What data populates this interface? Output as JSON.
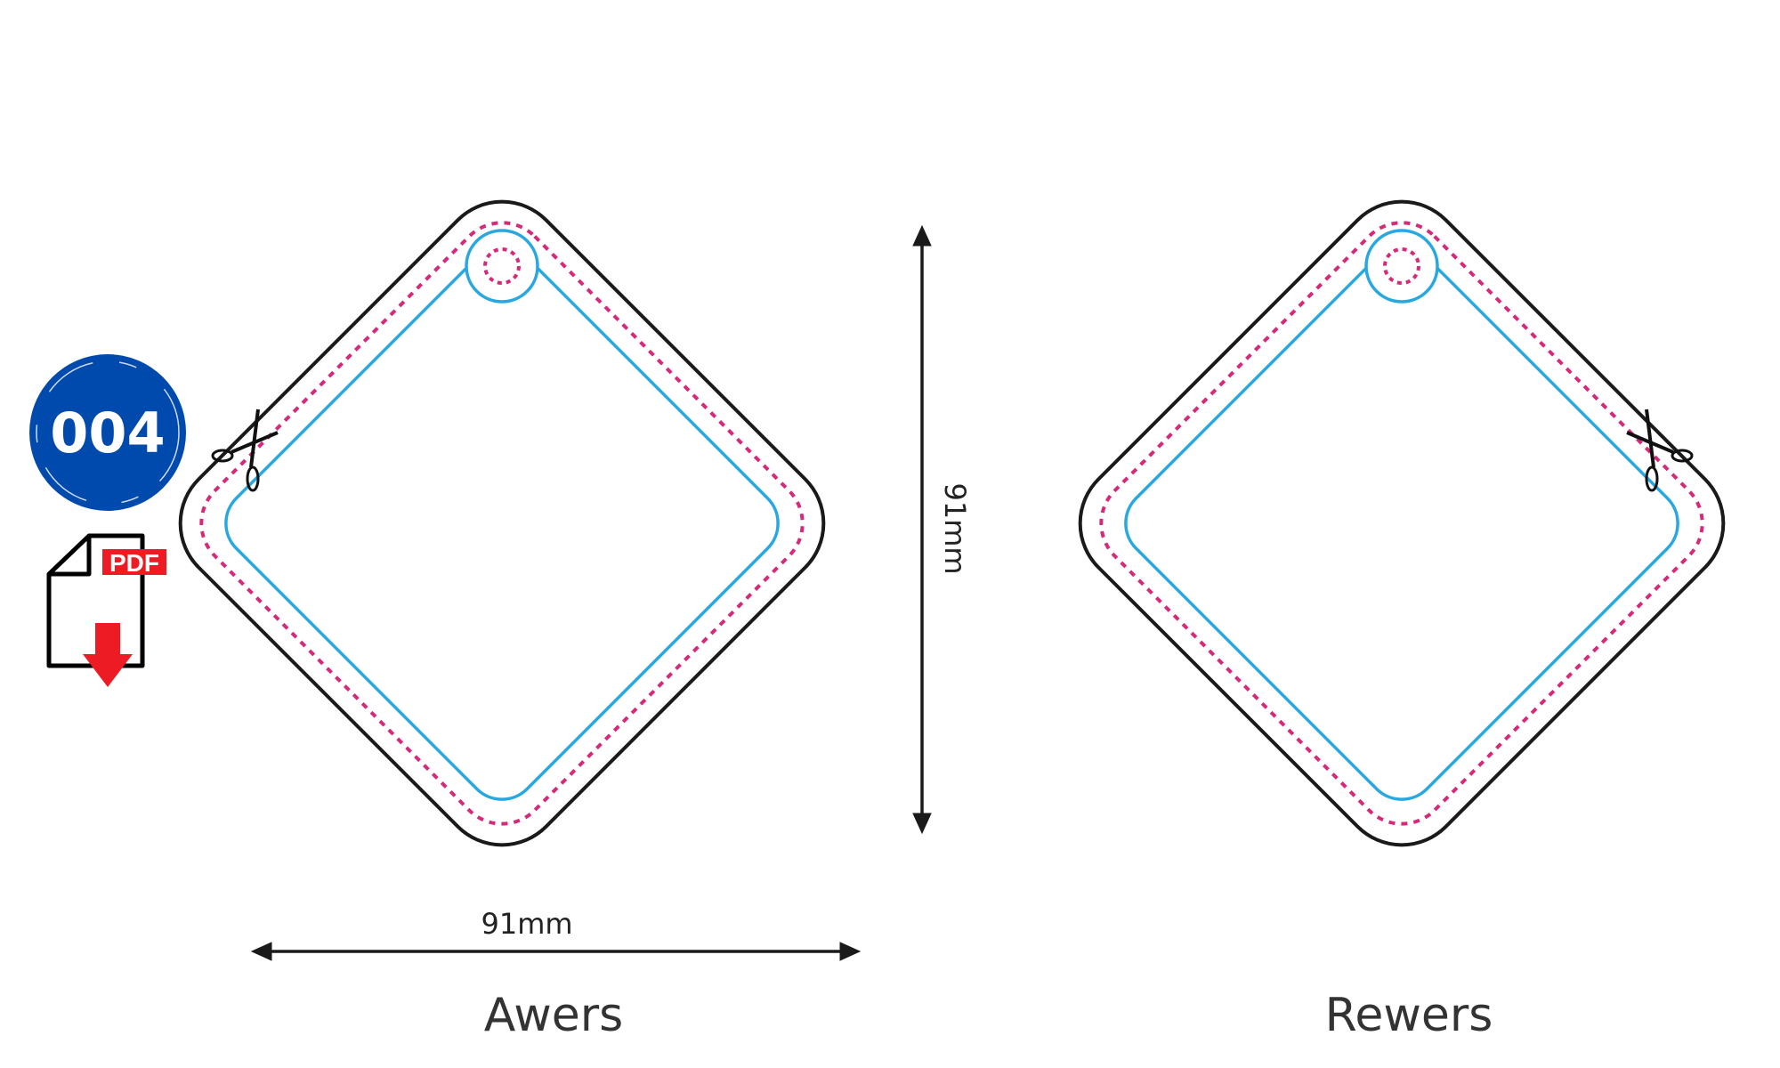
{
  "badge": {
    "number": "004",
    "color": "#004aad"
  },
  "pdf_download": {
    "label": "PDF",
    "accent": "#ed1c24"
  },
  "dimensions": {
    "width_label": "91mm",
    "height_label": "91mm"
  },
  "sides": {
    "front": "Awers",
    "back": "Rewers"
  },
  "colors": {
    "cut_line": "#1a1a1a",
    "bleed_line": "#d6297a",
    "safe_line": "#29a8e0"
  }
}
